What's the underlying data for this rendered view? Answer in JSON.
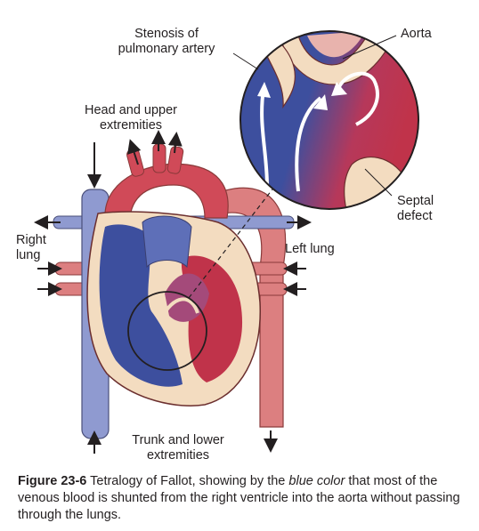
{
  "labels": {
    "stenosis_line1": "Stenosis of",
    "stenosis_line2": "pulmonary artery",
    "aorta": "Aorta",
    "head_line1": "Head and upper",
    "head_line2": "extremities",
    "right_lung_line1": "Right",
    "right_lung_line2": "lung",
    "left_lung": "Left lung",
    "septal_line1": "Septal",
    "septal_line2": "defect",
    "trunk_line1": "Trunk and lower",
    "trunk_line2": "extremities"
  },
  "caption": {
    "figure_number": "Figure 23-6",
    "text_part1": "Tetralogy of Fallot, showing by the",
    "emphasis": "blue color",
    "text_part2": "that most of the venous blood is shunted from the right ventricle into the aorta without passing through the lungs."
  },
  "colors": {
    "venous_blue": "#3d4f9e",
    "arterial_red": "#c0334a",
    "vessel_blue_light": "#8f9ad0",
    "vessel_red_light": "#dc7f80",
    "tissue_cream": "#f3dcc0",
    "outline": "#6b2e2e"
  }
}
